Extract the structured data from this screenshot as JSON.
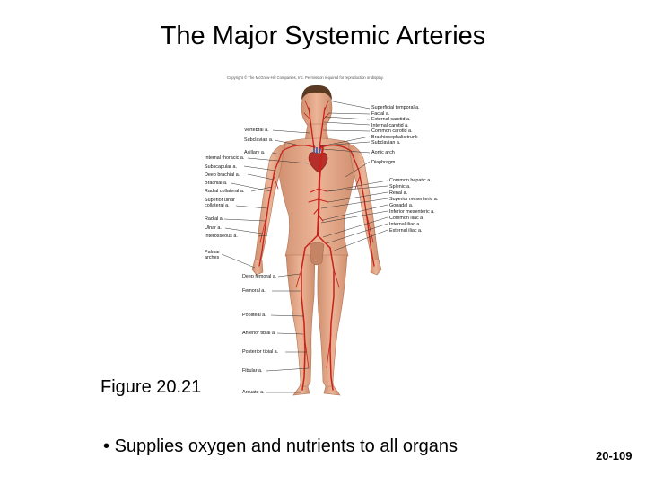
{
  "title": "The Major Systemic Arteries",
  "copyright": "Copyright © The McGraw-Hill Companies, Inc. Permission required for reproduction or display.",
  "figure_label": "Figure 20.21",
  "bullet": "Supplies oxygen and nutrients to all organs",
  "page_number": "20-109",
  "labels": {
    "superficial_temporal": "Superficial temporal a.",
    "facial": "Facial a.",
    "external_carotid": "External carotid a.",
    "internal_carotid": "Internal carotid a.",
    "common_carotid": "Common carotid a.",
    "brachiocephalic": "Brachiocephalic trunk",
    "subclavian_right": "Subclavian a.",
    "vertebral": "Vertebral a.",
    "subclavian_left": "Subclavian a.",
    "axillary": "Axillary a.",
    "aortic_arch": "Aortic arch",
    "internal_thoracic": "Internal thoracic a.",
    "diaphragm": "Diaphragm",
    "subscapular": "Subscapular a.",
    "deep_brachial": "Deep brachial a.",
    "brachial": "Brachial a.",
    "radial_collateral": "Radial collateral a.",
    "superior_ulnar_collateral": "Superior ulnar collateral a.",
    "common_hepatic": "Common hepatic a.",
    "splenic": "Splenic a.",
    "renal": "Renal a.",
    "superior_mesenteric": "Superior mesenteric a.",
    "gonadal": "Gonadal a.",
    "inferior_mesenteric": "Inferior mesenteric a.",
    "common_iliac": "Common iliac a.",
    "internal_iliac": "Internal iliac a.",
    "external_iliac": "External iliac a.",
    "radial": "Radial a.",
    "ulnar": "Ulnar a.",
    "interosseous": "Interosseous a.",
    "palmar_arches": "Palmar arches",
    "deep_femoral": "Deep femoral a.",
    "femoral": "Femoral a.",
    "popliteal": "Popliteal a.",
    "anterior_tibial": "Anterior tibial a.",
    "posterior_tibial": "Posterior tibial a.",
    "fibular": "Fibular a.",
    "arcuate": "Arcuate a."
  },
  "colors": {
    "artery": "#c8201a",
    "skin": "#e3a98a",
    "skin_dark": "#c98a6a",
    "hair": "#5a3a22",
    "leader": "#333333"
  }
}
